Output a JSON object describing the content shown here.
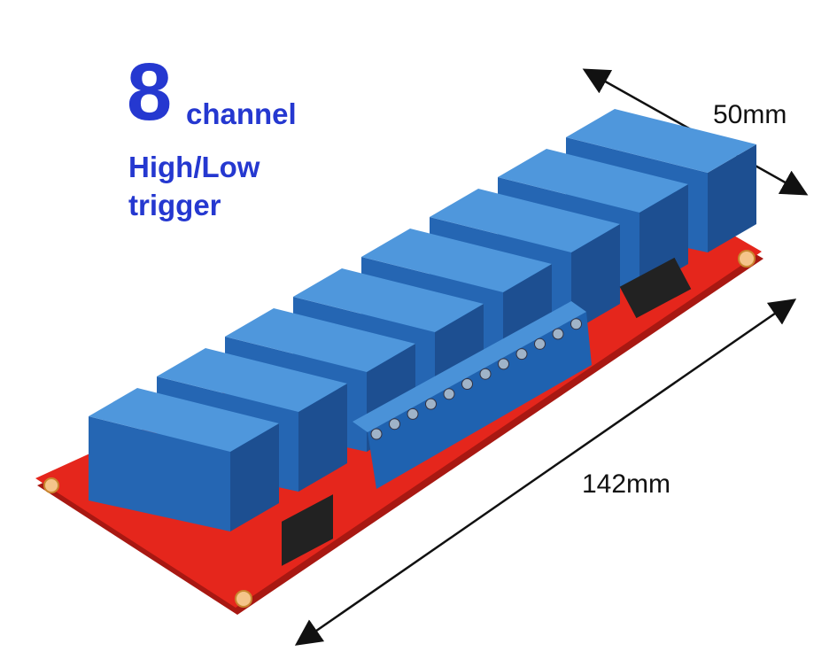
{
  "headline": {
    "number": "8",
    "unit": "channel",
    "line2": "High/Low",
    "line3": "trigger"
  },
  "dimensions": {
    "width": "50mm",
    "length": "142mm"
  },
  "board": {
    "relay_count": 8,
    "board_color": "#e5261c",
    "relay_color": "#2f78c4",
    "text_color": "#2538d0"
  }
}
